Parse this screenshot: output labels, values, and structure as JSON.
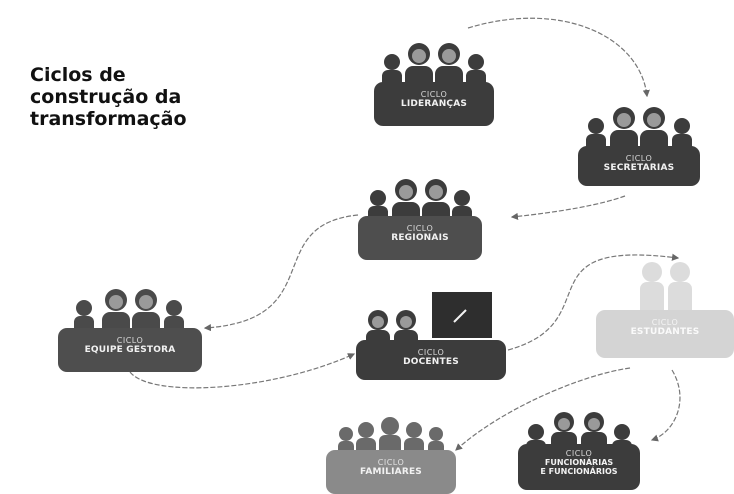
{
  "title": {
    "line1": "Ciclos de",
    "line2": "construção da",
    "line3": "transformação"
  },
  "nodes": {
    "liderancas": {
      "label": "CICLO",
      "name": "LIDERANÇAS"
    },
    "secretarias": {
      "label": "CICLO",
      "name": "SECRETARIAS"
    },
    "regionais": {
      "label": "CICLO",
      "name": "REGIONAIS"
    },
    "equipe": {
      "label": "CICLO",
      "name": "EQUIPE GESTORA"
    },
    "docentes": {
      "label": "CICLO",
      "name": "DOCENTES"
    },
    "estudantes": {
      "label": "CICLO",
      "name": "ESTUDANTES"
    },
    "familiares": {
      "label": "CICLO",
      "name": "FAMILIARES"
    },
    "funcionarias": {
      "label": "CICLO",
      "name1": "FUNCIONÁRIAS",
      "name2": "E FUNCIONÁRIOS"
    }
  }
}
